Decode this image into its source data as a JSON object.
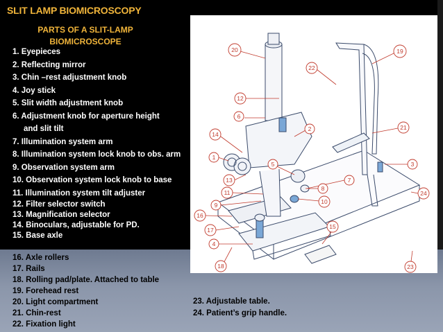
{
  "title": "SLIT LAMP BIOMICROSCOPY",
  "subtitle_line1": "PARTS OF A SLIT-LAMP",
  "subtitle_line2": "BIOMICROSCOPE",
  "parts": [
    "1. Eyepieces",
    "2. Reflecting mirror",
    "3. Chin –rest adjustment knob",
    "4. Joy stick",
    "5. Slit width adjustment knob",
    "6. Adjustment knob for aperture  height",
    "and slit tilt",
    "7. Illumination system arm",
    "8. Illumination system lock knob to obs. arm",
    "9. Observation system arm",
    "10. Observation system lock knob to base",
    "11. Illumination system tilt adjuster",
    "12. Filter selector switch",
    "13. Magnification selector",
    "14. Binoculars, adjustable for PD.",
    "15. Base axle"
  ],
  "bottom_parts": [
    "16. Axle rollers",
    "17. Rails",
    "18. Rolling pad/plate. Attached to table",
    "19. Forehead rest",
    "20. Light compartment",
    "21. Chin-rest",
    "22. Fixation light"
  ],
  "bottom_parts2": [
    "23. Adjustable table.",
    "24. Patient’s grip handle."
  ],
  "diagram_labels": [
    "20",
    "19",
    "22",
    "12",
    "6",
    "14",
    "2",
    "21",
    "3",
    "1",
    "13",
    "5",
    "7",
    "11",
    "8",
    "9",
    "10",
    "24",
    "16",
    "17",
    "15",
    "4",
    "18",
    "23"
  ],
  "colors": {
    "title": "#f0b43a",
    "callout": "#c0392b",
    "background": "#000000"
  }
}
